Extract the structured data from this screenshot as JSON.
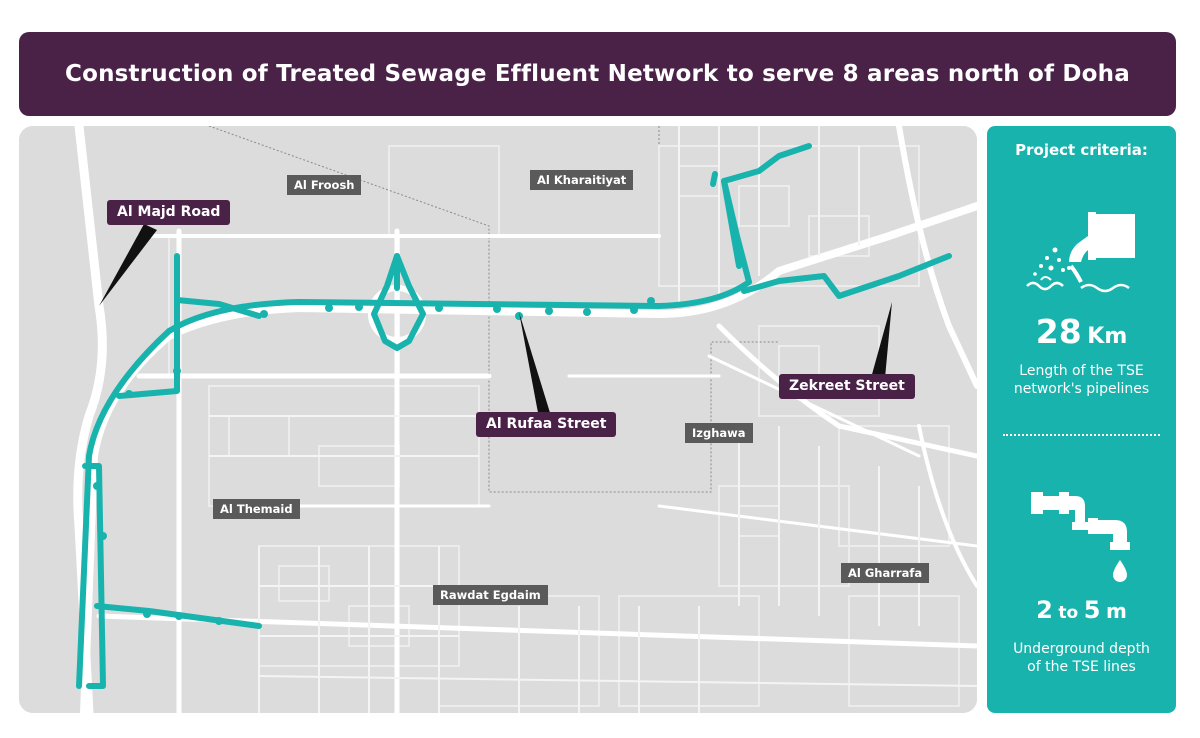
{
  "header": {
    "title": "Construction of Treated Sewage Effluent Network to serve 8 areas north of Doha"
  },
  "map": {
    "area_labels": {
      "al_froosh": "Al Froosh",
      "al_kharaitiyat": "Al Kharaitiyat",
      "izghawa": "Izghawa",
      "al_themaid": "Al Themaid",
      "rawdat_egdaim": "Rawdat Egdaim",
      "al_gharrafa": "Al Gharrafa"
    },
    "road_labels": {
      "al_majd_road": "Al Majd Road",
      "al_rufaa_street": "Al Rufaa Street",
      "zekreet_street": "Zekreet Street"
    },
    "colors": {
      "network_line": "#19b3ae",
      "road_label_bg": "#4a2248",
      "area_label_bg": "#5a5a5a",
      "land": "#dcdcdc",
      "roads": "#ffffff"
    }
  },
  "criteria": {
    "title": "Project criteria:",
    "length": {
      "value": "28",
      "unit": "Km",
      "description_line1": "Length of the TSE",
      "description_line2": "network's pipelines",
      "icon": "outfall-pipe-icon"
    },
    "depth": {
      "min": "2",
      "to": "to",
      "max": "5",
      "unit": "m",
      "description_line1": "Underground depth",
      "description_line2": "of the TSE lines",
      "icon": "faucet-pipe-icon"
    }
  }
}
